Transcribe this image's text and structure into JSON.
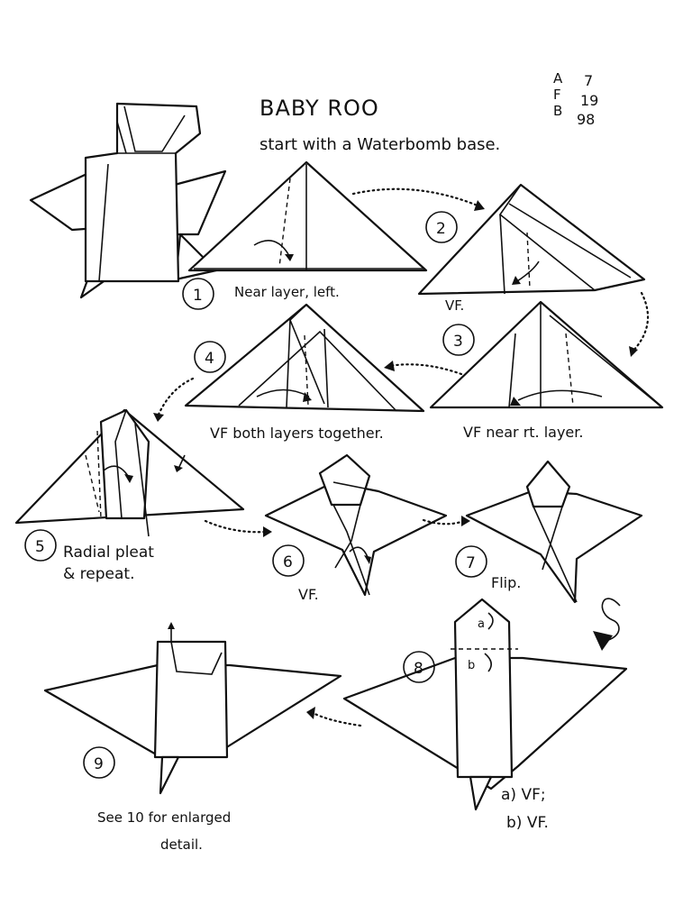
{
  "title": "BABY ROO",
  "subtitle": "start with a Waterbomb base.",
  "corner_code": [
    "A",
    "F",
    "B",
    "7",
    "19",
    "98"
  ],
  "steps": [
    {
      "num": "1",
      "caption": "Near layer, left."
    },
    {
      "num": "2",
      "caption": "VF."
    },
    {
      "num": "3",
      "caption": "VF near rt. layer."
    },
    {
      "num": "4",
      "caption": "VF both layers together."
    },
    {
      "num": "5",
      "caption": "Radial pleat",
      "caption2": "& repeat."
    },
    {
      "num": "6",
      "caption": "VF."
    },
    {
      "num": "7",
      "caption": "Flip."
    },
    {
      "num": "8",
      "caption": "a) VF;",
      "caption2": "b) VF."
    },
    {
      "num": "9",
      "caption": "See 10 for enlarged",
      "caption2": "detail."
    }
  ],
  "fold_labels": {
    "a": "a",
    "b": "b"
  }
}
